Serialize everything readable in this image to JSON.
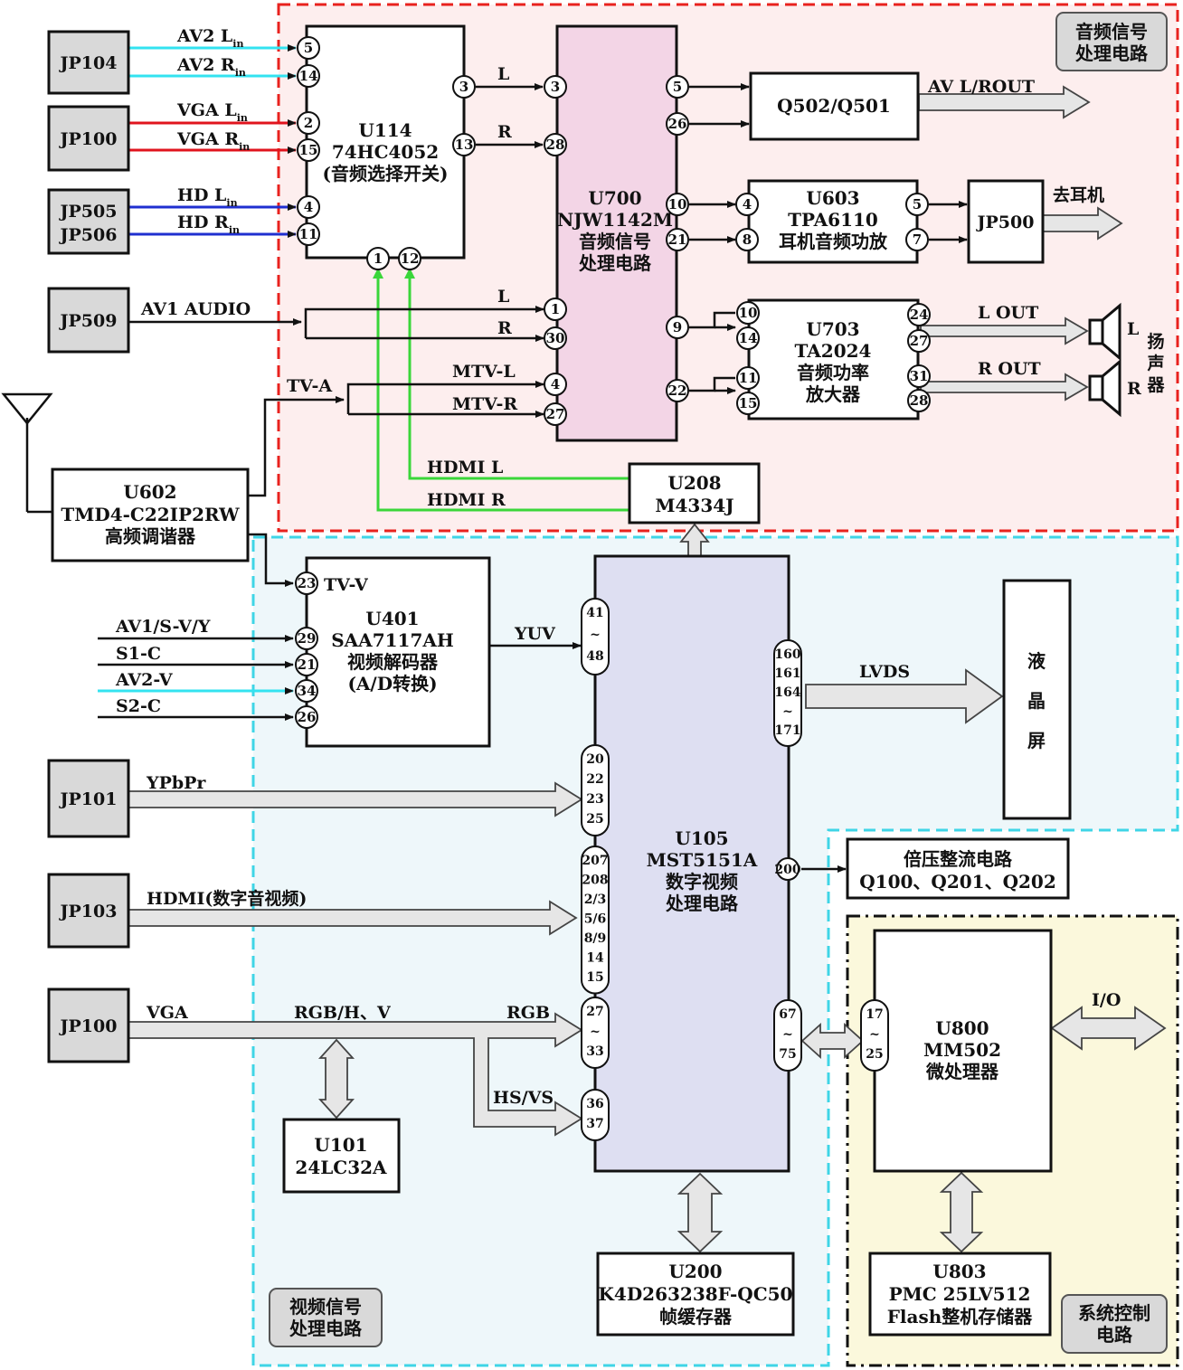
{
  "regions": {
    "audio": "音频信号\n处理电路",
    "video": "视频信号\n处理电路",
    "system": "系统控制\n电路"
  },
  "connectors": {
    "jp104": "JP104",
    "jp100_top": "JP100",
    "jp505": "JP505",
    "jp506": "JP506",
    "jp509": "JP509",
    "jp101": "JP101",
    "jp103": "JP103",
    "jp100_bottom": "JP100",
    "jp500": "JP500"
  },
  "blocks": {
    "u114": [
      "U114",
      "74HC4052",
      "(音频选择开关)"
    ],
    "u700": [
      "U700",
      "NJW1142M",
      "音频信号",
      "处理电路"
    ],
    "q502": [
      "Q502/Q501"
    ],
    "u603": [
      "U603",
      "TPA6110",
      "耳机音频功放"
    ],
    "u703": [
      "U703",
      "TA2024",
      "音频功率",
      "放大器"
    ],
    "u208": [
      "U208",
      "M4334J"
    ],
    "u602": [
      "U602",
      "TMD4-C22IP2RW",
      "高频调谐器"
    ],
    "u401": [
      "U401",
      "SAA7117AH",
      "视频解码器",
      "(A/D转换)"
    ],
    "u105": [
      "U105",
      "MST5151A",
      "数字视频",
      "处理电路"
    ],
    "lcd": [
      "液",
      "晶",
      "屏"
    ],
    "boost": [
      "倍压整流电路",
      "Q100、Q201、Q202"
    ],
    "u800": [
      "U800",
      "MM502",
      "微处理器"
    ],
    "u101": [
      "U101",
      "24LC32A"
    ],
    "u200": [
      "U200",
      "K4D263238F-QC50",
      "帧缓存器"
    ],
    "u803": [
      "U803",
      "PMC 25LV512",
      "Flash整机存储器"
    ]
  },
  "signals": {
    "av2_l": "AV2 L",
    "av2_r": "AV2 R",
    "vga_l": "VGA L",
    "vga_r": "VGA R",
    "hd_l": "HD L",
    "hd_r": "HD R",
    "in_sub": "in",
    "av1_audio": "AV1 AUDIO",
    "l": "L",
    "r": "R",
    "tv_a": "TV-A",
    "mtv_l": "MTV-L",
    "mtv_r": "MTV-R",
    "hdmi_l": "HDMI L",
    "hdmi_r": "HDMI R",
    "av_lrout": "AV L/ROUT",
    "to_headphone": "去耳机",
    "l_out": "L OUT",
    "r_out": "R OUT",
    "speaker": "扬声器",
    "speaker_l": "L",
    "speaker_r": "R",
    "tv_v": "TV-V",
    "av1_sv_y": "AV1/S-V/Y",
    "s1_c": "S1-C",
    "av2_v": "AV2-V",
    "s2_c": "S2-C",
    "yuv": "YUV",
    "ypbpr": "YPbPr",
    "hdmi_av": "HDMI(数字音视频)",
    "vga": "VGA",
    "rgb_hv": "RGB/H、V",
    "rgb": "RGB",
    "hs_vs": "HS/VS",
    "lvds": "LVDS",
    "io": "I/O"
  },
  "pins": {
    "u114_in": [
      "5",
      "14",
      "2",
      "15",
      "4",
      "11"
    ],
    "u114_out": [
      "3",
      "13"
    ],
    "u114_bottom": [
      "1",
      "12"
    ],
    "u700_in": [
      "3",
      "28",
      "1",
      "30",
      "4",
      "27"
    ],
    "u700_out": [
      "5",
      "26",
      "10",
      "21",
      "9",
      "22"
    ],
    "u603_in": [
      "4",
      "8"
    ],
    "u603_out": [
      "5",
      "7"
    ],
    "u703_in": [
      "10",
      "14",
      "11",
      "15"
    ],
    "u703_out": [
      "24",
      "27",
      "31",
      "28"
    ],
    "u401_in": [
      "23",
      "29",
      "21",
      "34",
      "26"
    ],
    "u105_yuv": [
      "41",
      "~",
      "48"
    ],
    "u105_ypbpr": [
      "20",
      "22",
      "23",
      "25"
    ],
    "u105_hdmi": [
      "207",
      "208",
      "2/3",
      "5/6",
      "8/9",
      "14",
      "15"
    ],
    "u105_rgb": [
      "27",
      "~",
      "33"
    ],
    "u105_hsvs": [
      "36",
      "37"
    ],
    "u105_lvds": [
      "160",
      "161",
      "164",
      "~",
      "171"
    ],
    "u105_200": [
      "200"
    ],
    "u105_mcu": [
      "67",
      "~",
      "75"
    ],
    "u800_pins": [
      "17",
      "~",
      "25"
    ]
  },
  "colors": {
    "cyan": "#33e3f0",
    "red": "#e0141e",
    "blue": "#1f2fd0",
    "green": "#3ad63a",
    "audio_bg": "#fdeeee",
    "audio_border": "#e8221e",
    "video_bg": "#eef7fa",
    "video_border": "#3fd5e6",
    "system_bg": "#fbf8dc",
    "u700_fill": "#f3d5e6",
    "u105_fill": "#dedff2"
  }
}
